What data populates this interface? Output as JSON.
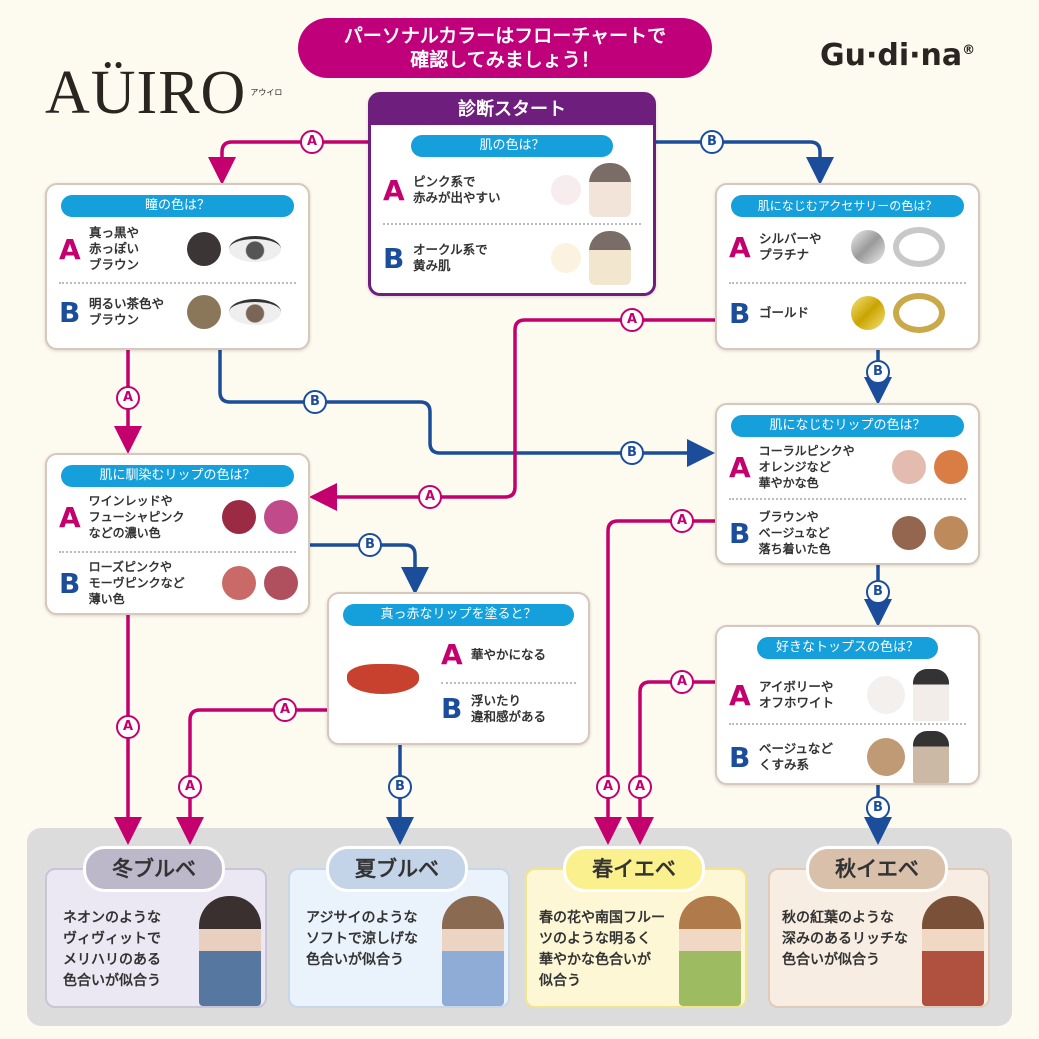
{
  "header": {
    "title_line1": "パーソナルカラーはフローチャートで",
    "title_line2": "確認してみましょう！",
    "logo_left": "AÜIRO",
    "logo_left_kana": "アウイロ",
    "logo_right": "Gu·di·na",
    "logo_right_mark": "®"
  },
  "labels": {
    "a": "A",
    "b": "B"
  },
  "start": {
    "heading": "診断スタート",
    "question": "肌の色は？",
    "a": "ピンク系で\n赤みが出やすい",
    "b": "オークル系で\n黄み肌",
    "swatch_a": "#f7ecee",
    "swatch_b": "#fbf3df"
  },
  "eye_q": {
    "question": "瞳の色は？",
    "a": "真っ黒や\n赤っぽい\nブラウン",
    "b": "明るい茶色や\nブラウン",
    "swatch_a": "#3b3536",
    "swatch_b": "#8a7658"
  },
  "accessory_q": {
    "question": "肌になじむアクセサリーの色は？",
    "a": "シルバーや\nプラチナ",
    "b": "ゴールド"
  },
  "lip_q_left": {
    "question": "肌に馴染むリップの色は？",
    "a": "ワインレッドや\nフューシャピンク\nなどの濃い色",
    "b": "ローズピンクや\nモーヴピンクなど\n薄い色",
    "swatches_a": [
      "#9b2a45",
      "#c04a8a"
    ],
    "swatches_b": [
      "#c96a68",
      "#b0505f"
    ]
  },
  "red_lip_q": {
    "question": "真っ赤なリップを塗ると？",
    "a": "華やかになる",
    "b": "浮いたり\n違和感がある"
  },
  "lip_q_right": {
    "question": "肌になじむリップの色は？",
    "a": "コーラルピンクや\nオレンジなど\n華やかな色",
    "b": "ブラウンや\nベージュなど\n落ち着いた色",
    "swatches_a": [
      "#e4bcaf",
      "#d97d45"
    ],
    "swatches_b": [
      "#94654f",
      "#bd8a5c"
    ]
  },
  "tops_q": {
    "question": "好きなトップスの色は？",
    "a": "アイボリーや\nオフホワイト",
    "b": "ベージュなど\nくすみ系",
    "swatch_a": "#f3f0ee",
    "swatch_b": "#c09a74"
  },
  "results": [
    {
      "name": "冬ブルベ",
      "desc": "ネオンのような\nヴィヴィットで\nメリハリのある\n色合いが似合う",
      "pill": "#bdb8c9",
      "bg": "#ebe8f3",
      "border": "#c9c4d6",
      "cloth": "#5577a0"
    },
    {
      "name": "夏ブルベ",
      "desc": "アジサイのような\nソフトで涼しげな\n色合いが似合う",
      "pill": "#c3d3e8",
      "bg": "#eaf2fb",
      "border": "#c7d7ea",
      "cloth": "#8eacd6"
    },
    {
      "name": "春イエベ",
      "desc": "春の花や南国フルー\nツのような明るく\n華やかな色合いが\n似合う",
      "pill": "#fbf08e",
      "bg": "#fdf7d6",
      "border": "#f2e68c",
      "cloth": "#9dbb60"
    },
    {
      "name": "秋イエベ",
      "desc": "秋の紅葉のような\n深みのあるリッチな\n色合いが似合う",
      "pill": "#d9c0aa",
      "bg": "#f7ede3",
      "border": "#e0cbb8",
      "cloth": "#b0503e"
    }
  ],
  "colors": {
    "a_line": "#c4006e",
    "b_line": "#1b4d9a",
    "title": "#c0007a",
    "start": "#6e1f7e",
    "question": "#15a0dc"
  }
}
